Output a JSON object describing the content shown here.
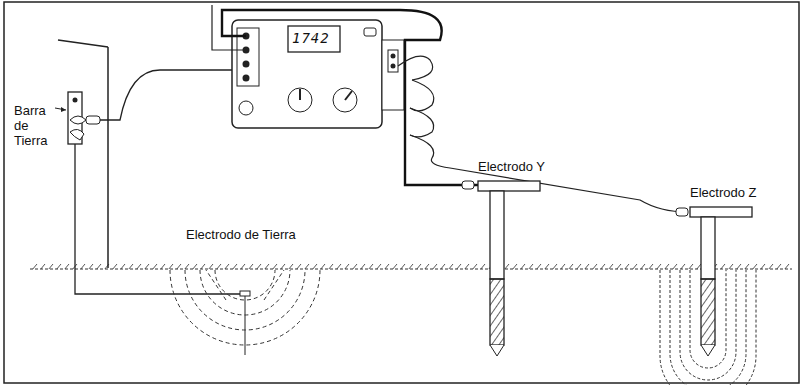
{
  "diagram": {
    "labels": [
      "Barra de Tierra",
      "Electrodo de Tierra",
      "Electrodo Y",
      "Electrodo Z",
      "1742"
    ]
  }
}
